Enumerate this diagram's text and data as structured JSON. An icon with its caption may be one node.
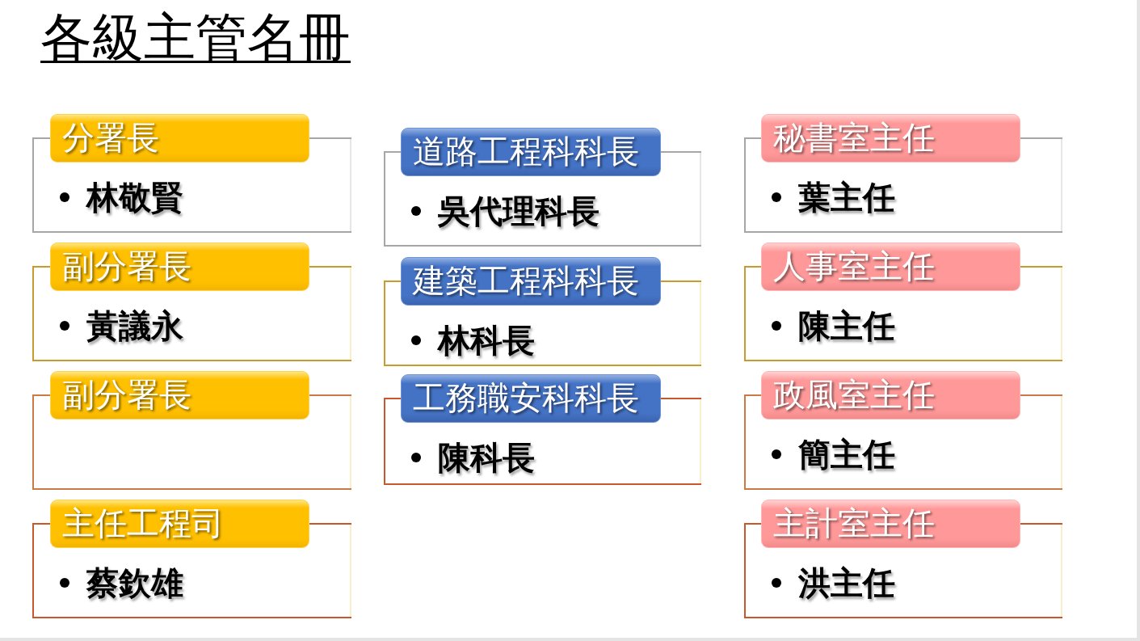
{
  "diagram": {
    "title": "各級主管名冊",
    "nodes": [
      {
        "text": [
          "分署長",
          "林敬賢"
        ]
      },
      {
        "text": [
          "副分署長",
          "黃議永"
        ]
      },
      {
        "text": [
          "副分署長"
        ]
      },
      {
        "text": [
          "主任工程司",
          "蔡欽雄"
        ]
      },
      {
        "text": [
          "道路工程科科長",
          "吳代理科長"
        ]
      },
      {
        "text": [
          "建築工程科科長",
          "林科長"
        ]
      },
      {
        "text": [
          "工務職安科科長",
          "陳科長"
        ]
      },
      {
        "text": [
          "秘書室主任",
          "葉主任"
        ]
      },
      {
        "text": [
          "人事室主任",
          "陳主任"
        ]
      },
      {
        "text": [
          "政風室主任",
          "簡主任"
        ]
      },
      {
        "text": [
          "主計室主任",
          "洪主任"
        ]
      }
    ]
  }
}
